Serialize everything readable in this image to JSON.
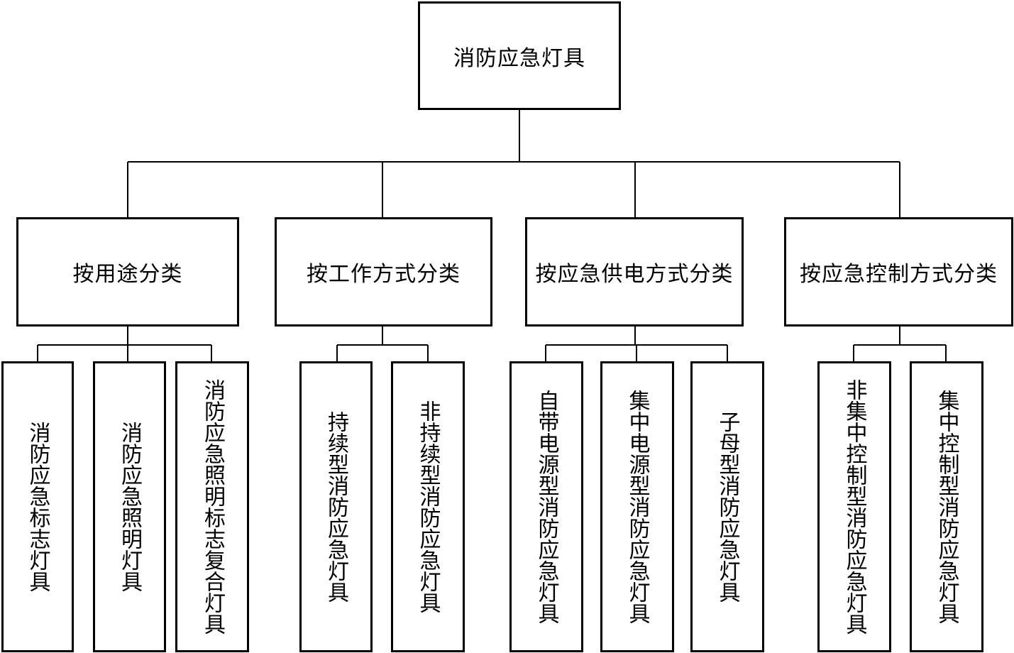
{
  "root": {
    "label": "消防应急灯具"
  },
  "categories": [
    {
      "label": "按用途分类",
      "children": [
        "消防应急标志灯具",
        "消防应急照明灯具",
        "消防应急照明标志复合灯具"
      ]
    },
    {
      "label": "按工作方式分类",
      "children": [
        "持续型消防应急灯具",
        "非持续型消防应急灯具"
      ]
    },
    {
      "label": "按应急供电方式分类",
      "children": [
        "自带电源型消防应急灯具",
        "集中电源型消防应急灯具",
        "子母型消防应急灯具"
      ]
    },
    {
      "label": "按应急控制方式分类",
      "children": [
        "非集中控制型消防应急灯具",
        "集中控制型消防应急灯具"
      ]
    }
  ]
}
